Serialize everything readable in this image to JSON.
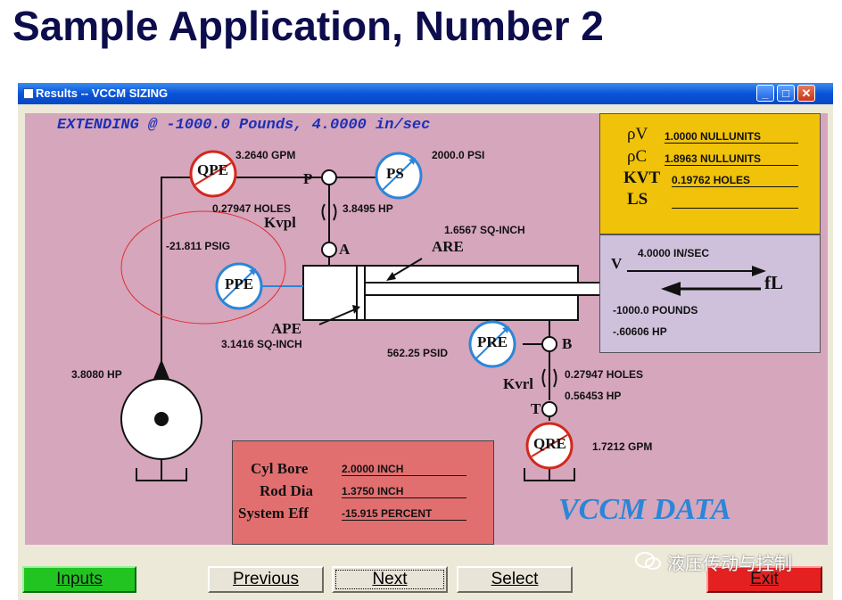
{
  "slide": {
    "title": "Sample Application, Number 2"
  },
  "window": {
    "title": "Results -- VCCM SIZING",
    "controls": {
      "minimize": "_",
      "maximize": "□",
      "close": "✕"
    }
  },
  "diagram": {
    "header": "EXTENDING @ -1000.0 Pounds, 4.0000 in/sec",
    "supply_flow": "3.2640 GPM",
    "supply_pressure": "2000.0 PSI",
    "qpe_label": "QPE",
    "ps_label": "PS",
    "node_p": "P",
    "node_a": "A",
    "node_b": "B",
    "node_t": "T",
    "kvpl_label": "Kvpl",
    "kvpl_holes": "0.27947 HOLES",
    "kvpl_hp": "3.8495 HP",
    "ppe_pressure": "-21.811 PSIG",
    "ppe_label": "PPE",
    "are_area": "1.6567 SQ-INCH",
    "are_label": "ARE",
    "ape_label": "APE",
    "ape_area": "3.1416 SQ-INCH",
    "pump_hp": "3.8080 HP",
    "pre_pressure": "562.25 PSID",
    "pre_label": "PRE",
    "kvrl_label": "Kvrl",
    "kvrl_holes": "0.27947 HOLES",
    "kvrl_hp": "0.56453 HP",
    "qre_label": "QRE",
    "qre_flow": "1.7212 GPM",
    "watermark_brand": "VCCM DATA"
  },
  "properties": {
    "rho_v": {
      "symbol": "ρV",
      "value": "1.0000 NULLUNITS"
    },
    "rho_c": {
      "symbol": "ρC",
      "value": "1.8963 NULLUNITS"
    },
    "kvt": {
      "symbol": "KVT",
      "value": "0.19762 HOLES"
    },
    "ls": {
      "symbol": "LS",
      "value": ""
    }
  },
  "load": {
    "v_label": "V",
    "velocity": "4.0000 IN/SEC",
    "fl_label": "fL",
    "force": "-1000.0 POUNDS",
    "power": "-.60606 HP"
  },
  "cylinder": {
    "bore_label": "Cyl Bore",
    "bore_value": "2.0000 INCH",
    "rod_label": "Rod Dia",
    "rod_value": "1.3750 INCH",
    "eff_label": "System Eff",
    "eff_value": "-15.915 PERCENT"
  },
  "buttons": {
    "inputs": "Inputs",
    "previous": "Previous",
    "next": "Next",
    "select": "Select",
    "exit": "Exit"
  },
  "watermark": "液压传动与控制",
  "colors": {
    "pink_panel": "#d6a6bc",
    "gold_panel": "#f0c20a",
    "lavender_panel": "#cfc1dc",
    "red_panel": "#e26f70",
    "inputs_green": "#22c422",
    "exit_red": "#e52020"
  }
}
